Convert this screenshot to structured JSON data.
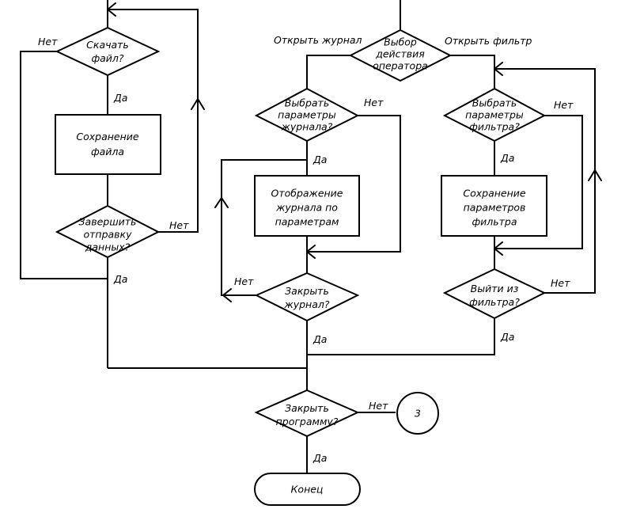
{
  "nodes": {
    "d_download": [
      "Скачать",
      "файл?"
    ],
    "p_save_file": [
      "Сохранение",
      "файла"
    ],
    "d_finish_send": [
      "Завершить",
      "отправку",
      "данных?"
    ],
    "d_choice": [
      "Выбор",
      "действия",
      "оператора"
    ],
    "d_log_params": [
      "Выбрать",
      "параметры",
      "журнала?"
    ],
    "p_show_log": [
      "Отображение",
      "журнала по",
      "параметрам"
    ],
    "d_close_log": [
      "Закрыть",
      "журнал?"
    ],
    "d_filter_params": [
      "Выбрать",
      "параметры",
      "фильтра?"
    ],
    "p_save_filter": [
      "Сохранение",
      "параметров",
      "фильтра"
    ],
    "d_exit_filter": [
      "Выйти из",
      "фильтра?"
    ],
    "d_close_prog": [
      "Закрыть",
      "программу?"
    ],
    "t_end": [
      "Конец"
    ],
    "c_connector": [
      "3"
    ]
  },
  "labels": {
    "no_download": "Нет",
    "yes_download": "Да",
    "no_finish": "Нет",
    "yes_finish": "Да",
    "open_log": "Открыть журнал",
    "open_filter": "Открыть фильтр",
    "no_log_params": "Нет",
    "yes_log_params": "Да",
    "no_close_log": "Нет",
    "yes_close_log": "Да",
    "no_filter_params": "Нет",
    "yes_filter_params": "Да",
    "no_exit_filter": "Нет",
    "yes_exit_filter": "Да",
    "no_close_prog": "Нет",
    "yes_close_prog": "Да"
  }
}
